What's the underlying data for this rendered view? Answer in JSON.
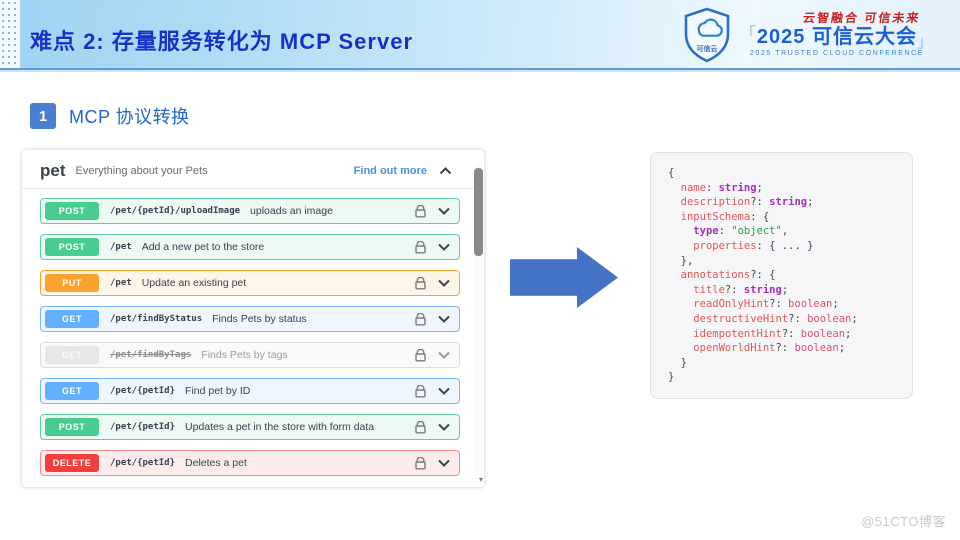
{
  "header": {
    "title": "难点 2: 存量服务转化为  MCP Server",
    "logo": {
      "shield_label": "可信云",
      "slogan": "云智融合 可信未来",
      "bracket_open": "「",
      "title": "2025 可信云大会",
      "bracket_close": "」",
      "subtitle": "2025 TRUSTED CLOUD CONFERENCE"
    }
  },
  "section": {
    "number": "1",
    "label": "MCP 协议转换"
  },
  "swagger": {
    "tag": "pet",
    "tag_description": "Everything about your Pets",
    "link_label": "Find out more",
    "rows": [
      {
        "method": "POST",
        "style": "post",
        "path": "/pet/{petId}/uploadImage",
        "desc": "uploads an image"
      },
      {
        "method": "POST",
        "style": "post",
        "path": "/pet",
        "desc": "Add a new pet to the store"
      },
      {
        "method": "PUT",
        "style": "put",
        "path": "/pet",
        "desc": "Update an existing pet"
      },
      {
        "method": "GET",
        "style": "get",
        "path": "/pet/findByStatus",
        "desc": "Finds Pets by status"
      },
      {
        "method": "GET",
        "style": "deprecated",
        "path": "/pet/findByTags",
        "desc": "Finds Pets by tags"
      },
      {
        "method": "GET",
        "style": "get",
        "path": "/pet/{petId}",
        "desc": "Find pet by ID"
      },
      {
        "method": "POST",
        "style": "post",
        "path": "/pet/{petId}",
        "desc": "Updates a pet in the store with form data"
      },
      {
        "method": "DELETE",
        "style": "delete",
        "path": "/pet/{petId}",
        "desc": "Deletes a pet"
      }
    ]
  },
  "code": {
    "lines": [
      [
        {
          "t": "{",
          "c": "p"
        }
      ],
      [
        {
          "t": "  ",
          "c": "p"
        },
        {
          "t": "name",
          "c": "k"
        },
        {
          "t": ": ",
          "c": "p"
        },
        {
          "t": "string",
          "c": "t"
        },
        {
          "t": ";",
          "c": "p"
        }
      ],
      [
        {
          "t": "  ",
          "c": "p"
        },
        {
          "t": "description",
          "c": "k"
        },
        {
          "t": "?: ",
          "c": "p"
        },
        {
          "t": "string",
          "c": "t"
        },
        {
          "t": ";",
          "c": "p"
        }
      ],
      [
        {
          "t": "  ",
          "c": "p"
        },
        {
          "t": "inputSchema",
          "c": "k"
        },
        {
          "t": ": {",
          "c": "p"
        }
      ],
      [
        {
          "t": "    ",
          "c": "p"
        },
        {
          "t": "type",
          "c": "t"
        },
        {
          "t": ": ",
          "c": "p"
        },
        {
          "t": "\"object\"",
          "c": "s"
        },
        {
          "t": ",",
          "c": "p"
        }
      ],
      [
        {
          "t": "    ",
          "c": "p"
        },
        {
          "t": "properties",
          "c": "k"
        },
        {
          "t": ": { ... }",
          "c": "p"
        }
      ],
      [
        {
          "t": "  },",
          "c": "p"
        }
      ],
      [
        {
          "t": "  ",
          "c": "p"
        },
        {
          "t": "annotations",
          "c": "k"
        },
        {
          "t": "?: {",
          "c": "p"
        }
      ],
      [
        {
          "t": "    ",
          "c": "p"
        },
        {
          "t": "title",
          "c": "k"
        },
        {
          "t": "?: ",
          "c": "p"
        },
        {
          "t": "string",
          "c": "t"
        },
        {
          "t": ";",
          "c": "p"
        }
      ],
      [
        {
          "t": "    ",
          "c": "p"
        },
        {
          "t": "readOnlyHint",
          "c": "k"
        },
        {
          "t": "?: ",
          "c": "p"
        },
        {
          "t": "boolean",
          "c": "b"
        },
        {
          "t": ";",
          "c": "p"
        }
      ],
      [
        {
          "t": "    ",
          "c": "p"
        },
        {
          "t": "destructiveHint",
          "c": "k"
        },
        {
          "t": "?: ",
          "c": "p"
        },
        {
          "t": "boolean",
          "c": "b"
        },
        {
          "t": ";",
          "c": "p"
        }
      ],
      [
        {
          "t": "    ",
          "c": "p"
        },
        {
          "t": "idempotentHint",
          "c": "k"
        },
        {
          "t": "?: ",
          "c": "p"
        },
        {
          "t": "boolean",
          "c": "b"
        },
        {
          "t": ";",
          "c": "p"
        }
      ],
      [
        {
          "t": "    ",
          "c": "p"
        },
        {
          "t": "openWorldHint",
          "c": "k"
        },
        {
          "t": "?: ",
          "c": "p"
        },
        {
          "t": "boolean",
          "c": "b"
        },
        {
          "t": ";",
          "c": "p"
        }
      ],
      [
        {
          "t": "  }",
          "c": "p"
        }
      ],
      [
        {
          "t": "}",
          "c": "p"
        }
      ]
    ]
  },
  "watermark": "@51CTO博客",
  "colors": {
    "accent_blue": "#4472c4",
    "title_blue": "#1431c8",
    "post_green": "#49cc90",
    "put_orange": "#fca130",
    "get_blue": "#61affe",
    "delete_red": "#f33e3e"
  }
}
